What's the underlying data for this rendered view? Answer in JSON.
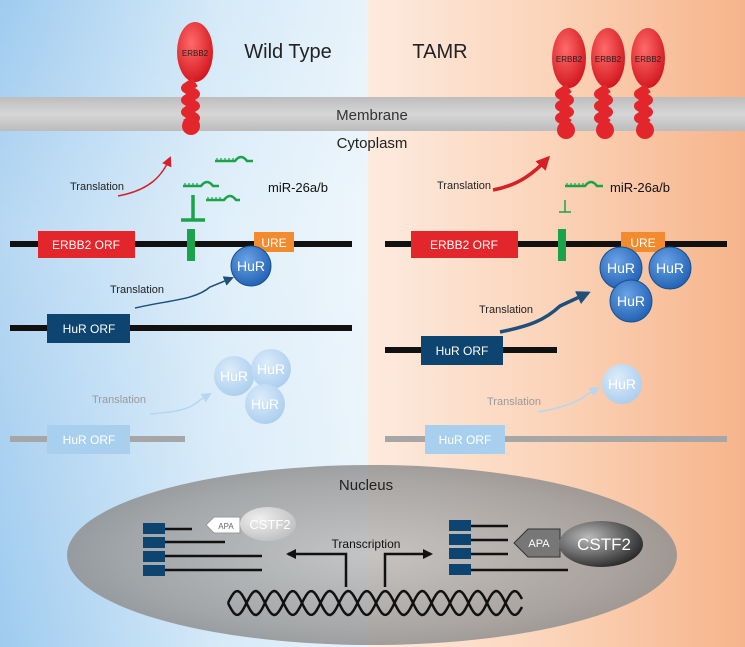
{
  "panels": {
    "left_title": "Wild Type",
    "right_title": "TAMR"
  },
  "labels": {
    "membrane": "Membrane",
    "cytoplasm": "Cytoplasm",
    "nucleus": "Nucleus",
    "transcription": "Transcription",
    "translation": "Translation",
    "mirna": "miR-26a/b",
    "erbb2_orf": "ERBB2 ORF",
    "hur_orf": "HuR ORF",
    "ure": "URE",
    "hur": "HuR",
    "erbb2": "ERBB2",
    "apa": "APA",
    "cstf2": "CSTF2"
  },
  "colors": {
    "left_bg": "#cfe6f7",
    "right_bg": "#fbd5bd",
    "erbb2_red": "#e3262b",
    "hur_blue": "#0e4470",
    "hur_protein": "#2f6fc1",
    "mirna_green": "#1aa34a",
    "ure_orange": "#f28a2e",
    "faded_blue": "#a8cfee"
  }
}
